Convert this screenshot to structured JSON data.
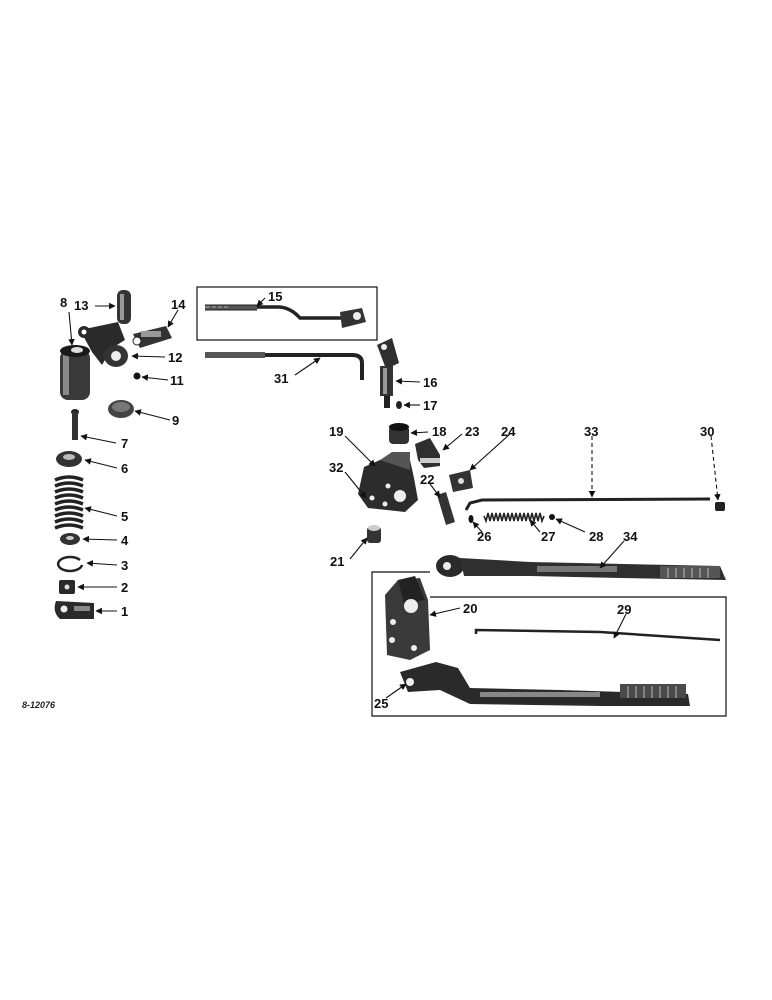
{
  "drawing_code": "8-12076",
  "callouts": [
    "1",
    "2",
    "3",
    "4",
    "5",
    "6",
    "7",
    "8",
    "9",
    "11",
    "12",
    "13",
    "14",
    "15",
    "16",
    "17",
    "18",
    "19",
    "20",
    "21",
    "22",
    "23",
    "24",
    "25",
    "26",
    "27",
    "28",
    "29",
    "30",
    "31",
    "32",
    "33",
    "34"
  ]
}
